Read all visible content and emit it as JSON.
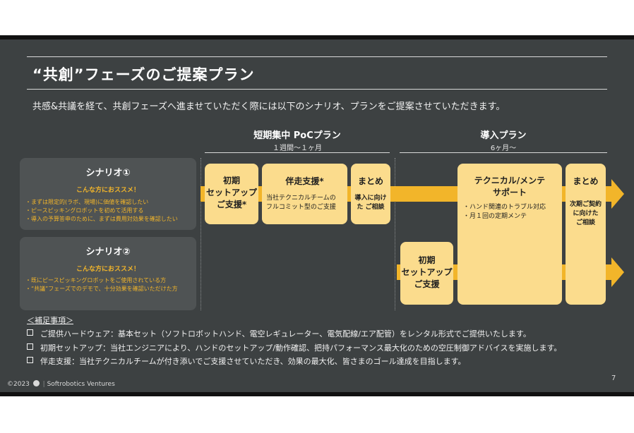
{
  "title": "“共創”フェーズのご提案プラン",
  "subtitle": "共感&共議を経て、共創フェーズへ進ませていただく際には以下のシナリオ、プランをご提案させていただきます。",
  "plans": {
    "poc": {
      "title": "短期集中 PoCプラン",
      "duration": "１週間〜１ヶ月"
    },
    "intro": {
      "title": "導入プラン",
      "duration": "6ヶ月〜"
    }
  },
  "scenarios": [
    {
      "title": "シナリオ①",
      "recommend": "こんな方におススメ！",
      "items": [
        "・まずは限定的(ラボ、現場)に価値を確認したい",
        "・ピースピッキングロボットを初めて活用する",
        "・導入の予算答申のために、まずは費用対効果を確認したい"
      ]
    },
    {
      "title": "シナリオ②",
      "recommend": "こんな方におススメ！",
      "items": [
        "・既にピースピッキングロボットをご使用されている方",
        "・“共議”フェーズでのデモで、十分効果を確認いただけた方"
      ]
    }
  ],
  "boxes": {
    "setup1": {
      "title": [
        "初期",
        "セットアップ",
        "ご支援*"
      ]
    },
    "bansou": {
      "title": "伴走支援*",
      "body": [
        "当社テクニカルチームの",
        "フルコミット型のご支援"
      ]
    },
    "matome1": {
      "title": "まとめ",
      "body": [
        "導入に向け",
        "た ご相談"
      ]
    },
    "setup2": {
      "title": [
        "初期",
        "セットアップ",
        "ご支援"
      ]
    },
    "tech": {
      "title": [
        "テクニカル/メンテ",
        "サポート"
      ],
      "body": [
        "・ハンド関連のトラブル対応",
        "・月１回の定期メンテ"
      ]
    },
    "matome2": {
      "title": "まとめ",
      "body": [
        "次期ご契約",
        "に向けた",
        "ご相談"
      ]
    }
  },
  "notes": {
    "heading": "＜補足事項＞",
    "items": [
      "ご提供ハードウェア：基本セット（ソフトロボットハンド、電空レギュレーター、電気配線/エア配管）をレンタル形式でご提供いたします。",
      "初期セットアップ：当社エンジニアにより、ハンドのセットアップ/動作確認、把持パフォーマンス最大化のための空圧制御アドバイスを実施します。",
      "伴走支援：当社テクニカルチームが付き添いでご支援させていただき、効果の最大化、皆さまのゴール達成を目指します。"
    ]
  },
  "footer": {
    "copyright": "©2023",
    "company": "Softrobotics Ventures",
    "page": "7"
  },
  "colors": {
    "background": "#3d4142",
    "accent": "#f2b52a",
    "box": "#fbdc8d",
    "scenario_panel": "#4f5354"
  }
}
